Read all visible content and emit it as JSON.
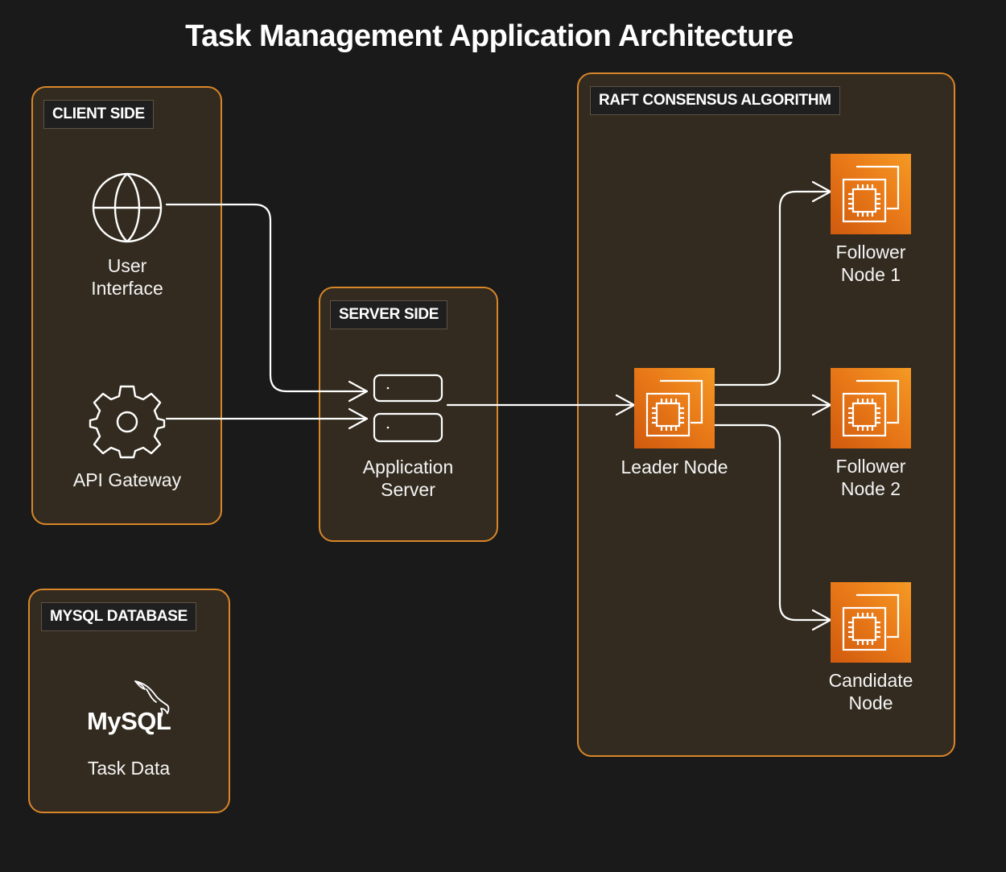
{
  "title": "Task Management Application Architecture",
  "groups": {
    "client": {
      "label": "CLIENT SIDE"
    },
    "server": {
      "label": "SERVER SIDE"
    },
    "raft": {
      "label": "RAFT CONSENSUS ALGORITHM"
    },
    "db": {
      "label": "MYSQL DATABASE"
    }
  },
  "nodes": {
    "user_interface": {
      "label": "User\nInterface",
      "icon": "globe-icon"
    },
    "api_gateway": {
      "label": "API Gateway",
      "icon": "gear-icon"
    },
    "app_server": {
      "label": "Application\nServer",
      "icon": "server-icon"
    },
    "leader": {
      "label": "Leader Node",
      "icon": "chip-icon"
    },
    "follower1": {
      "label": "Follower\nNode 1",
      "icon": "chip-icon"
    },
    "follower2": {
      "label": "Follower\nNode 2",
      "icon": "chip-icon"
    },
    "candidate": {
      "label": "Candidate\nNode",
      "icon": "chip-icon"
    },
    "mysql": {
      "logo_text": "MySQL",
      "label": "Task Data",
      "icon": "mysql-dolphin-logo"
    }
  },
  "colors": {
    "background": "#1a1a1a",
    "group_border": "#d9862a",
    "group_fill": "#332b1f",
    "chip_orange": "#e97a18",
    "edge": "#ffffff"
  }
}
